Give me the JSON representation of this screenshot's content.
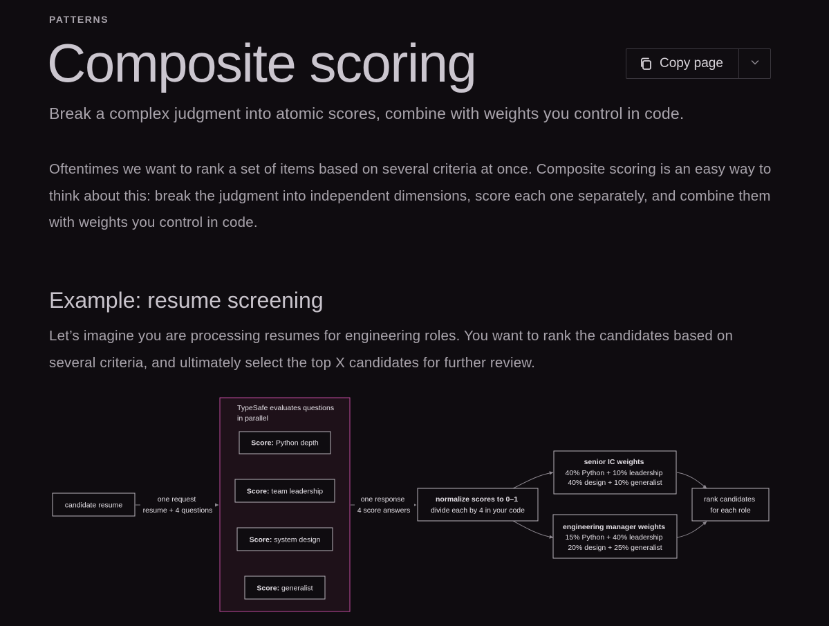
{
  "section_label": "PATTERNS",
  "title": "Composite scoring",
  "copy_button": {
    "label": "Copy page",
    "icon": "copy-icon",
    "dropdown_icon": "chevron-down-icon"
  },
  "subtitle": "Break a complex judgment into atomic scores, combine with weights you control in code.",
  "intro": "Oftentimes we want to rank a set of items based on several criteria at once. Composite scoring is an easy way to think about this: break the judgment into independent dimensions, score each one separately, and combine them with weights you control in code.",
  "example": {
    "heading": "Example: resume screening",
    "body": "Let’s imagine you are processing resumes for engineering roles. You want to rank the candidates based on several criteria, and ultimately select the top X candidates for further review."
  },
  "diagram": {
    "input_node": "candidate resume",
    "request_edge": [
      "one request",
      "resume + 4 questions"
    ],
    "group": {
      "caption": [
        "TypeSafe evaluates questions",
        "in parallel"
      ],
      "scores": [
        {
          "prefix": "Score:",
          "label": " Python depth"
        },
        {
          "prefix": "Score:",
          "label": " team leadership"
        },
        {
          "prefix": "Score:",
          "label": " system design"
        },
        {
          "prefix": "Score:",
          "label": " generalist"
        }
      ]
    },
    "response_edge": [
      "one response",
      "4 score answers"
    ],
    "normalize_node": {
      "title": "normalize scores to 0–1",
      "detail": "divide each by 4 in your code"
    },
    "senior_node": {
      "title": "senior IC weights",
      "lines": [
        "40% Python + 10% leadership",
        "40% design + 10% generalist"
      ]
    },
    "manager_node": {
      "title": "engineering manager weights",
      "lines": [
        "15% Python + 40% leadership",
        "20% design + 25% generalist"
      ]
    },
    "rank_node": [
      "rank candidates",
      "for each role"
    ],
    "colors": {
      "group_border": "#c04a9e",
      "group_fill": "#1e1119",
      "node_border": "#b8b3bb",
      "edge": "#8d8890"
    }
  }
}
